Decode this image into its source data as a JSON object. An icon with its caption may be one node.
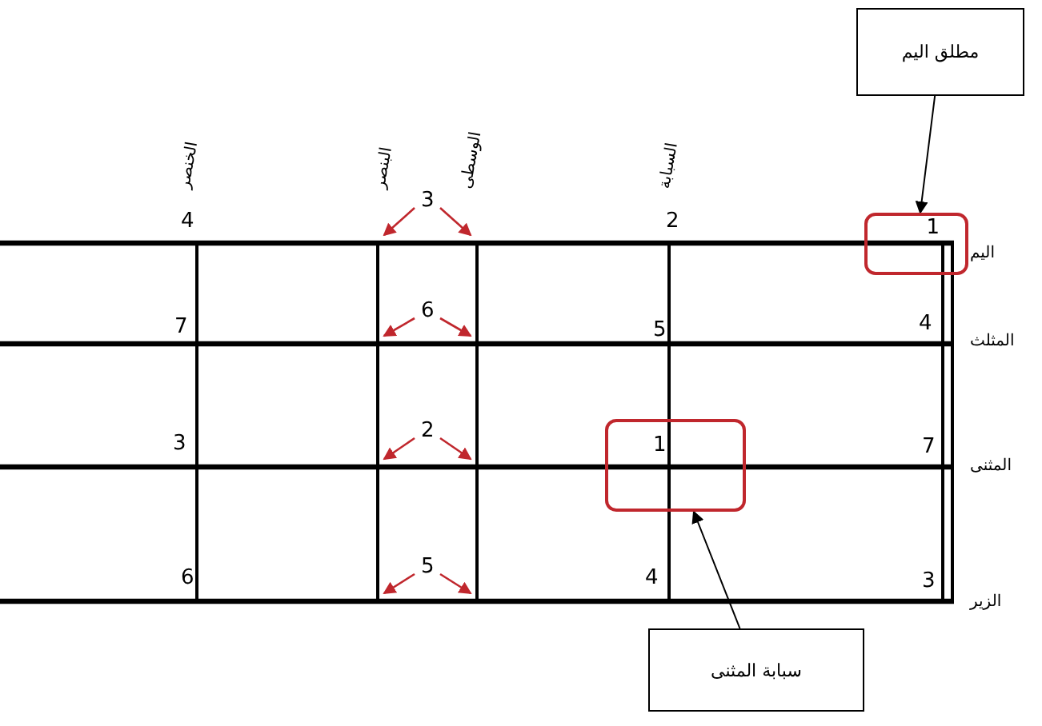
{
  "diagram": {
    "nodes": [
      {
        "text": [
          "مطلق اليم"
        ]
      },
      {
        "text": [
          "1"
        ]
      },
      {
        "text": [
          "سبابة المثنى"
        ]
      },
      {
        "text": [
          "1"
        ]
      }
    ],
    "edges": [
      {
        "from": 0,
        "to": 1,
        "arrow": "to"
      },
      {
        "from": 2,
        "to": 3,
        "arrow": "to"
      }
    ],
    "labels": [
      "الخنصر",
      "البنصر",
      "الوسطى",
      "السبابة",
      "4",
      "3",
      "2",
      "اليم",
      "7",
      "6",
      "5",
      "4",
      "المثلث",
      "3",
      "2",
      "7",
      "المثنى",
      "6",
      "5",
      "4",
      "3",
      "الزير"
    ]
  }
}
